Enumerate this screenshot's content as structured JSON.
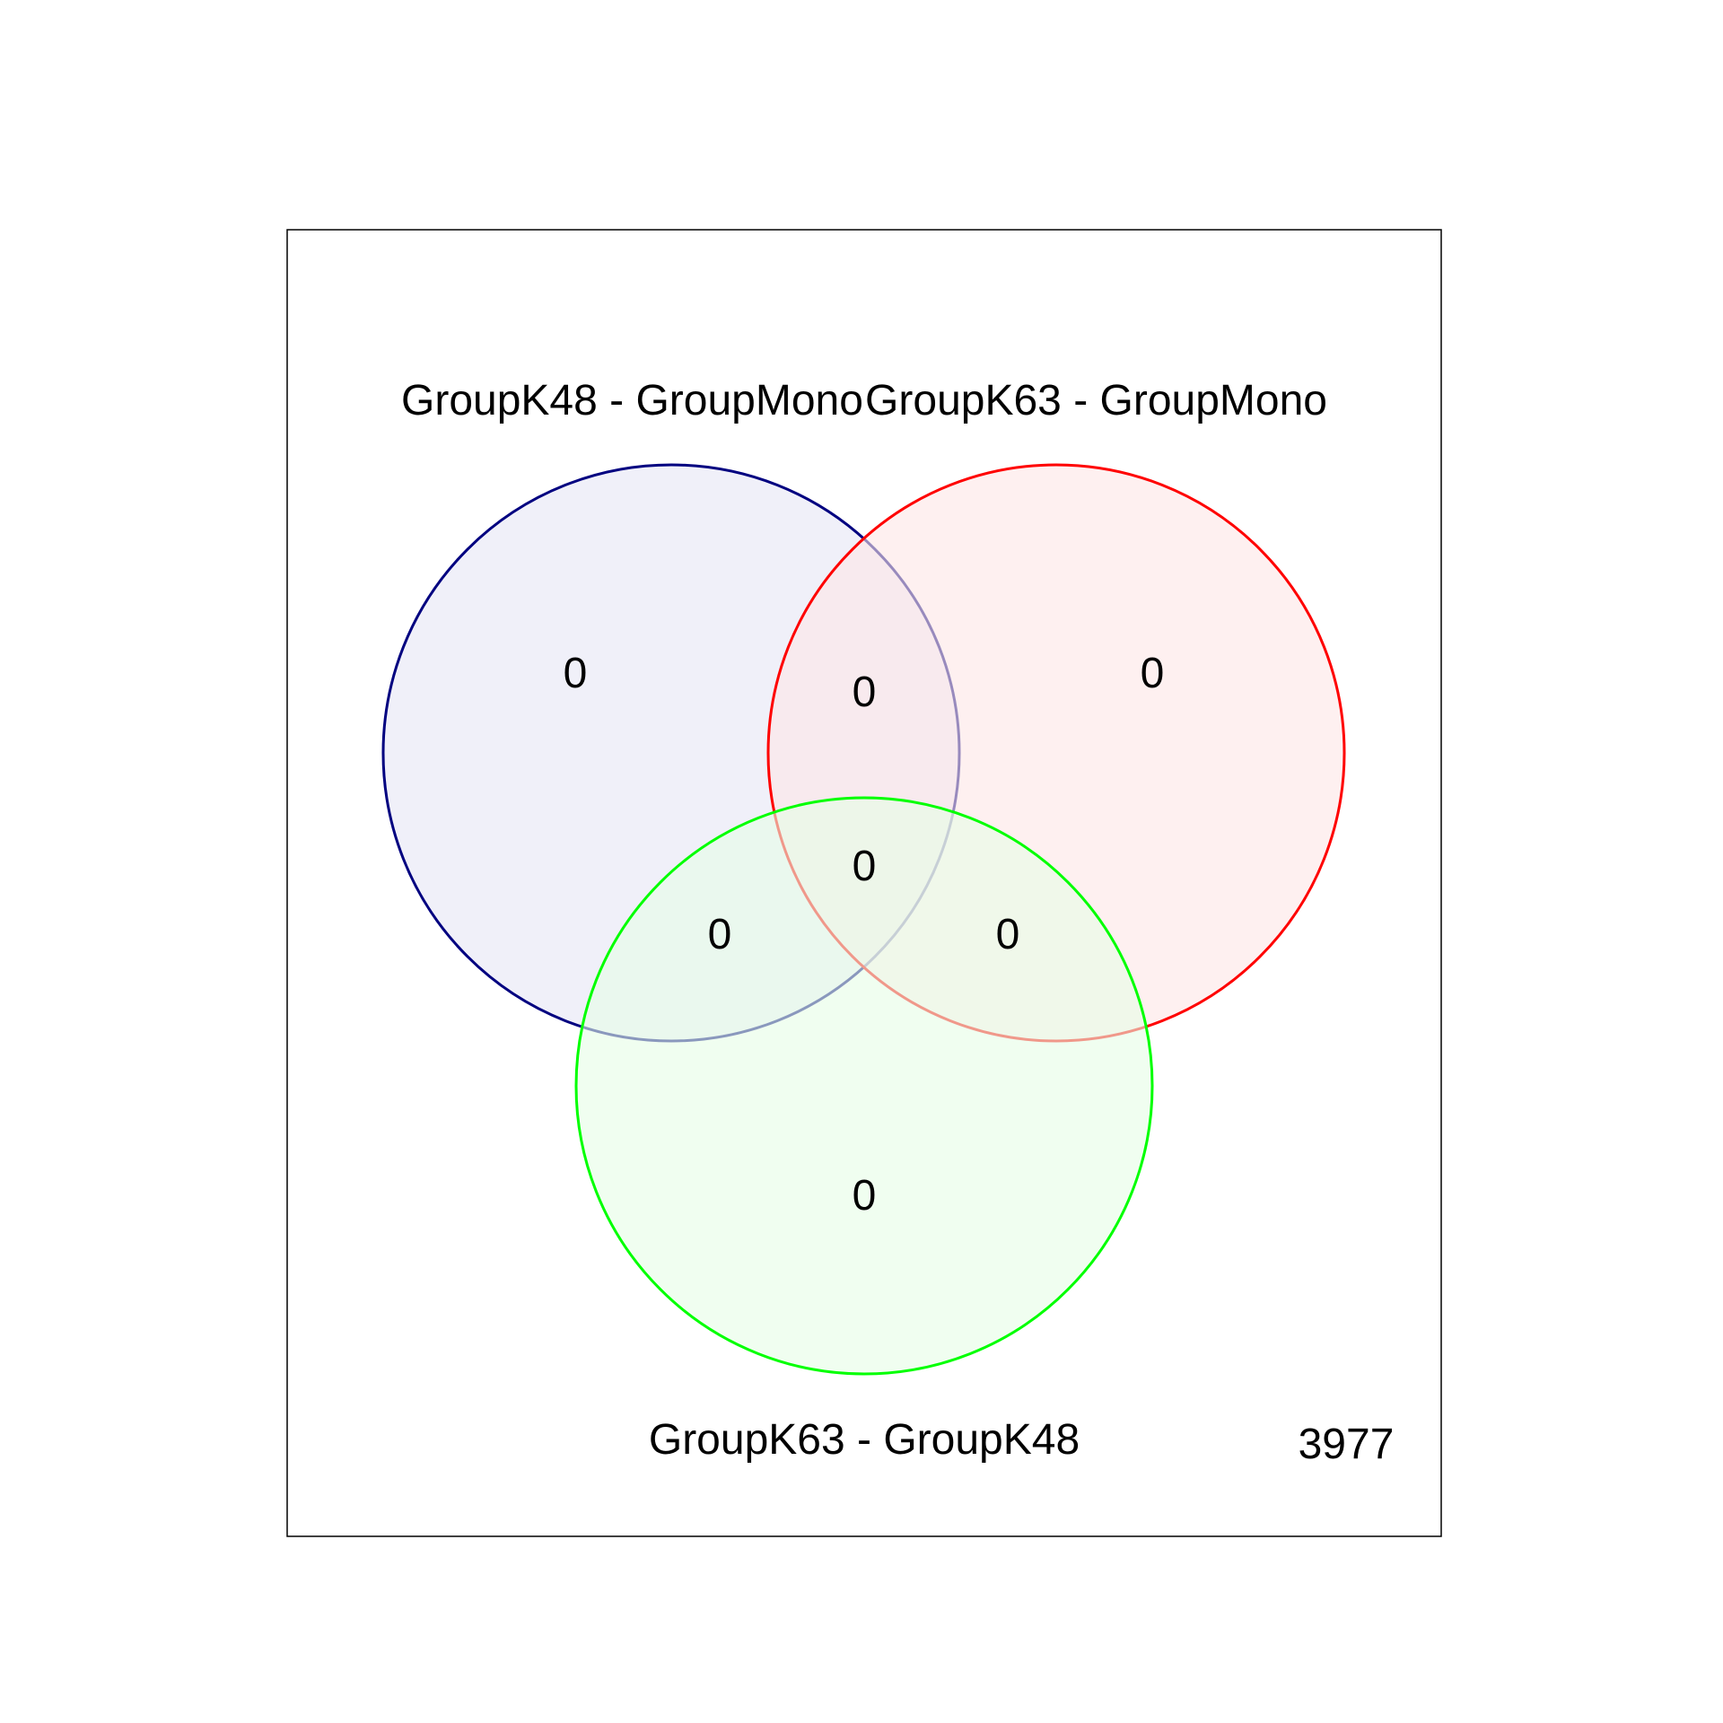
{
  "venn": {
    "sets": [
      {
        "id": "A",
        "name": "GroupK48 - GroupMono",
        "stroke": "#000080",
        "fill": "#E6E6F5"
      },
      {
        "id": "B",
        "name": "GroupK63 - GroupMono",
        "stroke": "#FF0000",
        "fill": "#FDE6E6"
      },
      {
        "id": "C",
        "name": "GroupK63 - GroupK48",
        "stroke": "#00FF00",
        "fill": "#E6FDE6"
      }
    ],
    "regions": {
      "A_only": "0",
      "B_only": "0",
      "C_only": "0",
      "AB": "0",
      "AC": "0",
      "BC": "0",
      "ABC": "0"
    },
    "outside": "3977"
  }
}
